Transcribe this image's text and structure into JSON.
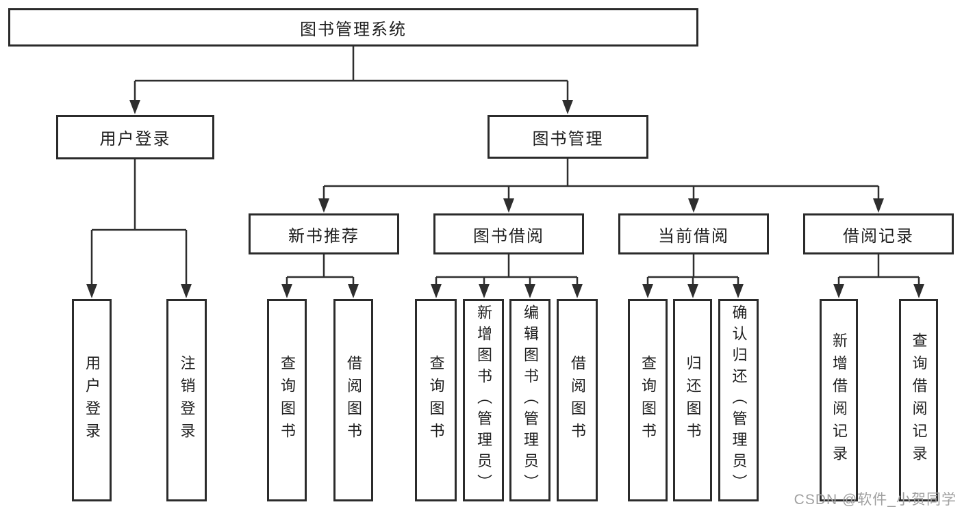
{
  "diagram": {
    "root": {
      "label": "图书管理系统"
    },
    "level2": [
      {
        "label": "用户登录"
      },
      {
        "label": "图书管理"
      }
    ],
    "level3": [
      {
        "label": "新书推荐"
      },
      {
        "label": "图书借阅"
      },
      {
        "label": "当前借阅"
      },
      {
        "label": "借阅记录"
      }
    ],
    "leaves": {
      "user_login": [
        {
          "label": "用户登录"
        },
        {
          "label": "注销登录"
        }
      ],
      "new_books": [
        {
          "label": "查询图书"
        },
        {
          "label": "借阅图书"
        }
      ],
      "book_borrow": [
        {
          "label": "查询图书"
        },
        {
          "label": "新增图书（管理员）"
        },
        {
          "label": "编辑图书（管理员）"
        },
        {
          "label": "借阅图书"
        }
      ],
      "current_borrow": [
        {
          "label": "查询图书"
        },
        {
          "label": "归还图书"
        },
        {
          "label": "确认归还（管理员）"
        }
      ],
      "borrow_records": [
        {
          "label": "新增借阅记录"
        },
        {
          "label": "查询借阅记录"
        }
      ]
    },
    "colors": {
      "line": "#2e2e2e",
      "box_border": "#2b2b2b",
      "text": "#1f1f1f",
      "background": "#ffffff",
      "watermark": "#a0a0a0"
    }
  },
  "watermark": {
    "text": "CSDN @软件_小贺同学"
  }
}
